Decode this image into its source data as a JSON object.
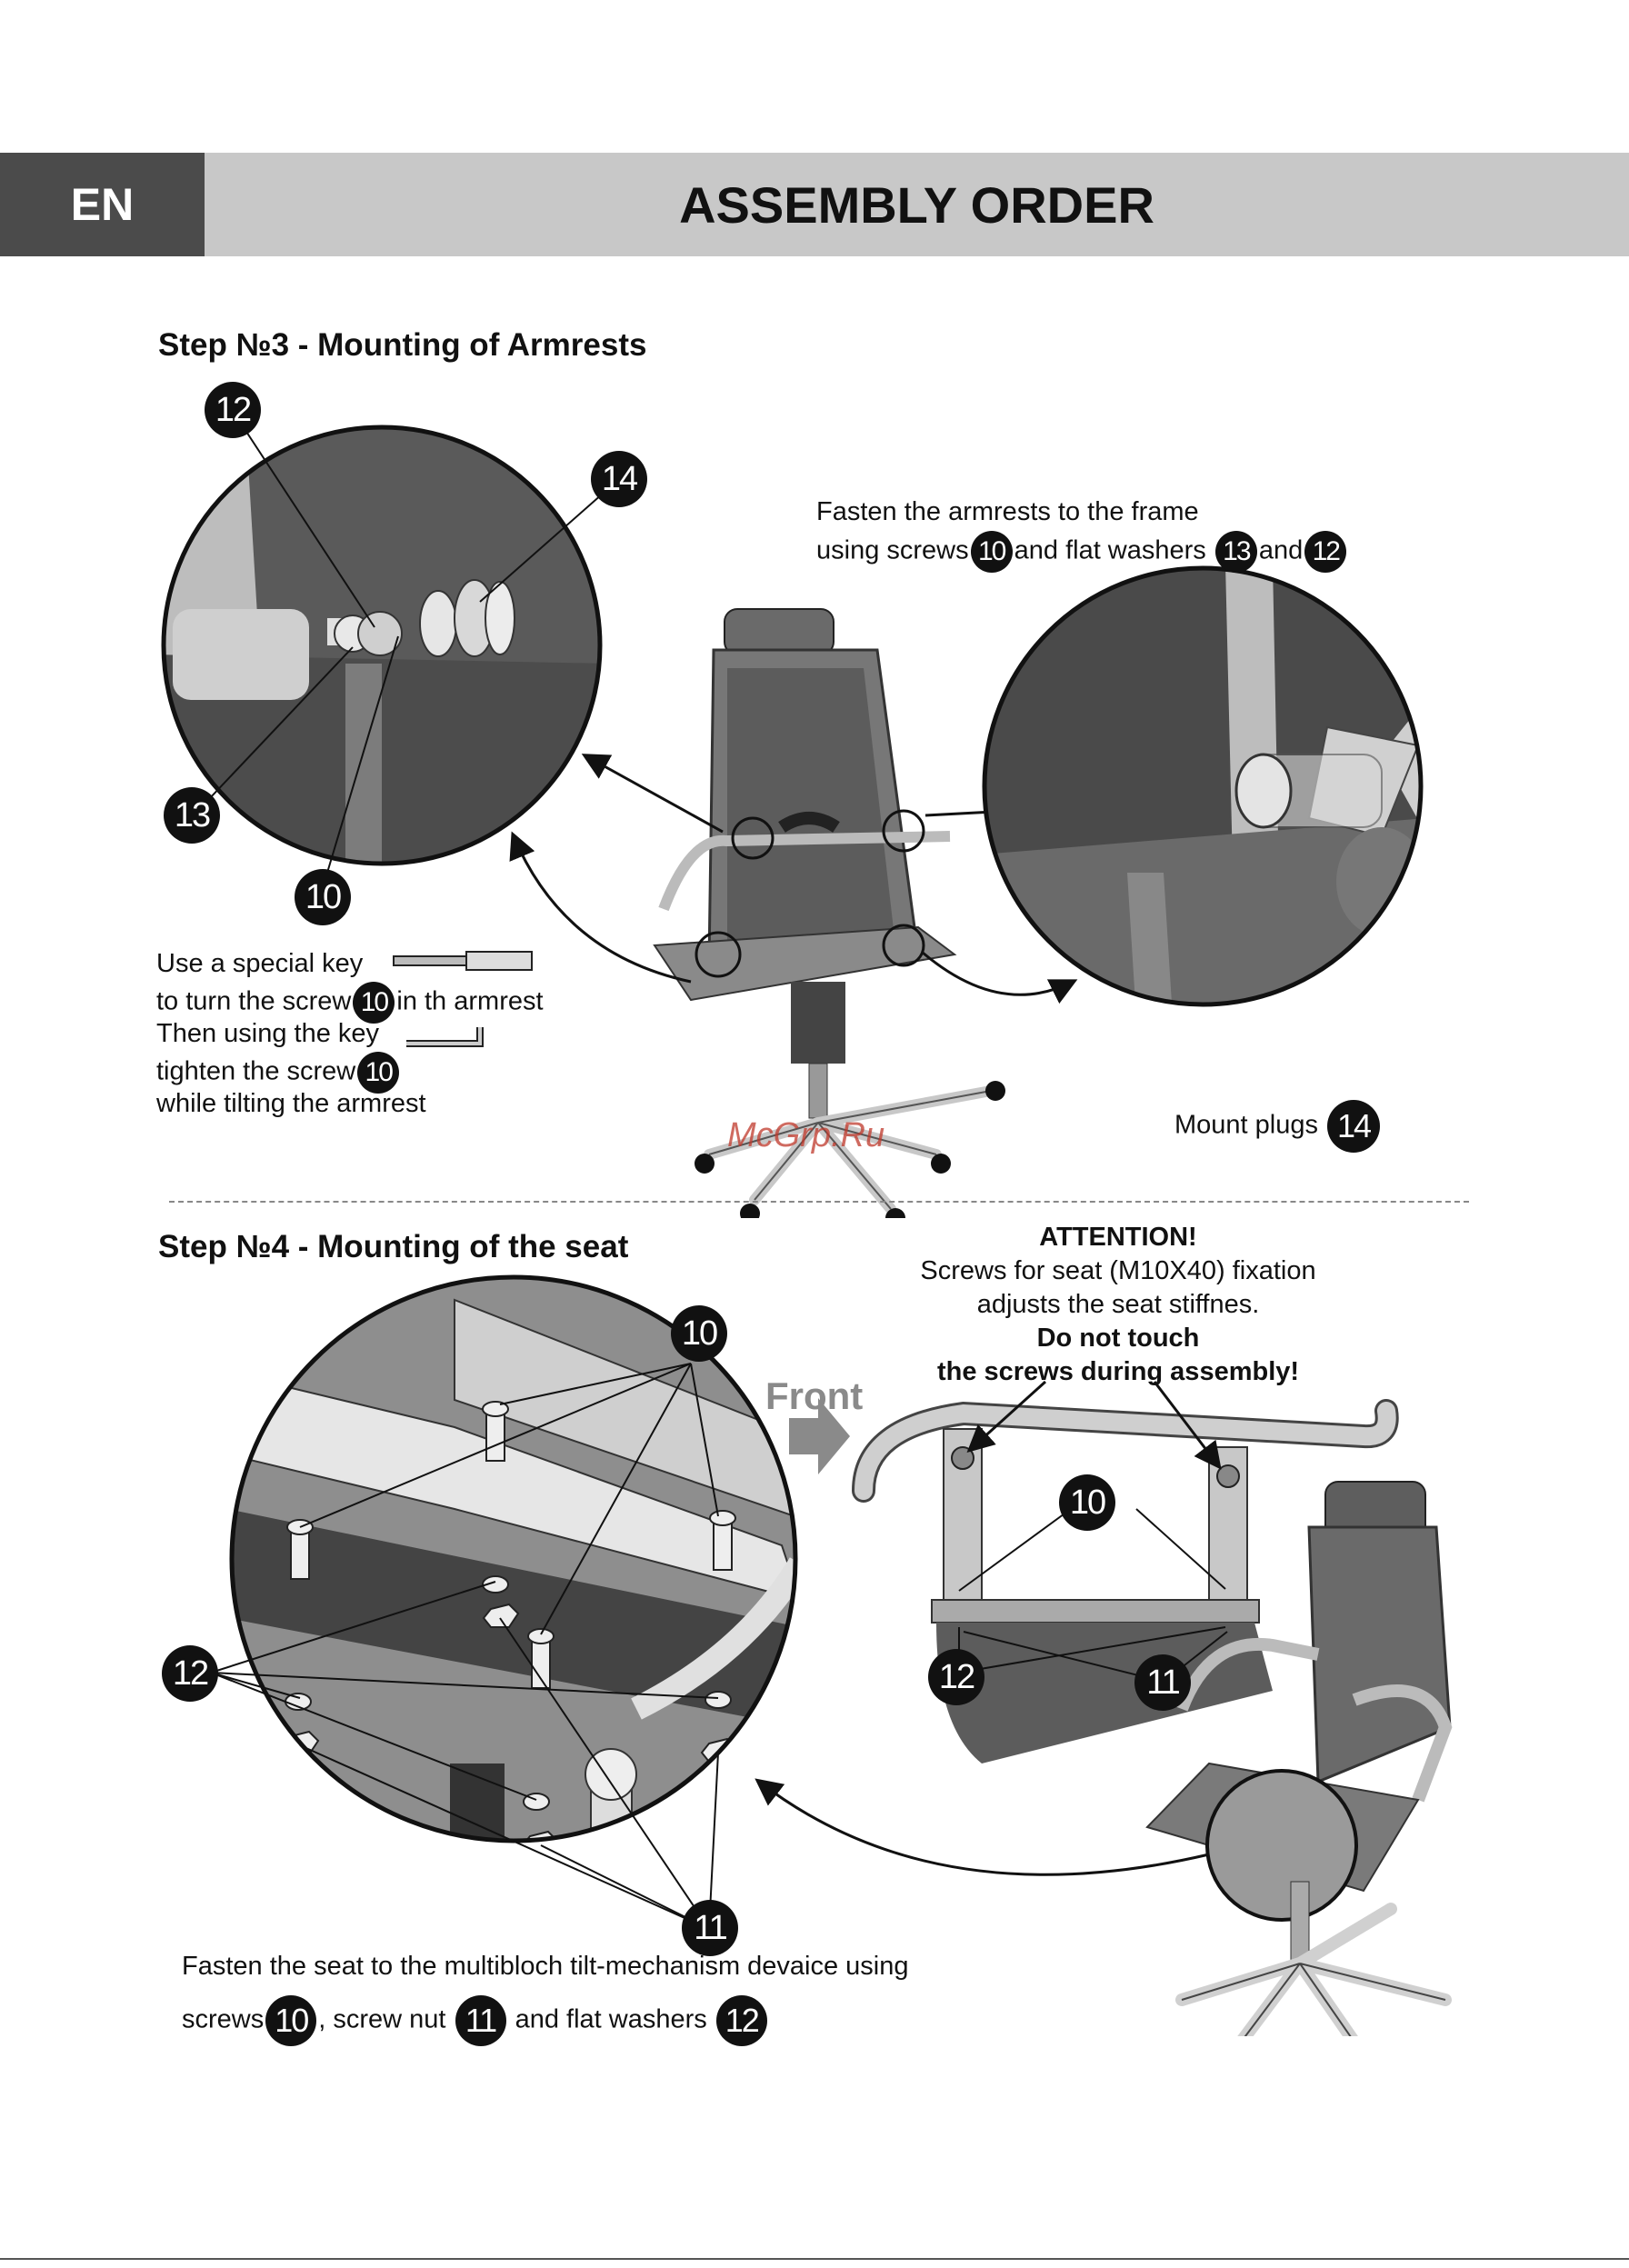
{
  "header": {
    "lang": "EN",
    "title": "ASSEMBLY ORDER"
  },
  "step3": {
    "title": "Step №3 - Mounting of Armrests",
    "instruction_line1": "Fasten the armrests to the frame",
    "instruction_line2_a": "using screws",
    "instruction_line2_b": "and flat washers",
    "instruction_line2_c": "and",
    "key_line1": "Use a special key",
    "key_line2_a": "to turn the screw",
    "key_line2_b": "in th armrest",
    "key_line3": "Then using the key",
    "key_line4": "tighten the screw",
    "key_line5": "while tilting the armrest",
    "plugs_text": "Mount plugs",
    "callouts": {
      "screw": "10",
      "washer": "12",
      "washer2": "13",
      "plug": "14"
    }
  },
  "step4": {
    "title": "Step №4 - Mounting of the seat",
    "attention_title": "ATTENTION!",
    "attention_line1": "Screws for seat (M10X40) fixation",
    "attention_line2": "adjusts the seat stiffnes.",
    "attention_line3": "Do not touch",
    "attention_line4": "the screws during assembly!",
    "front_label": "Front",
    "bottom_line1": "Fasten the seat to the multibloch tilt-mechanism devaice using",
    "bottom_line2_a": "screws",
    "bottom_line2_b": ", screw nut",
    "bottom_line2_c": "and  flat washers",
    "callouts": {
      "screw": "10",
      "nut": "11",
      "washer": "12"
    }
  },
  "watermark": "McGrp.Ru"
}
